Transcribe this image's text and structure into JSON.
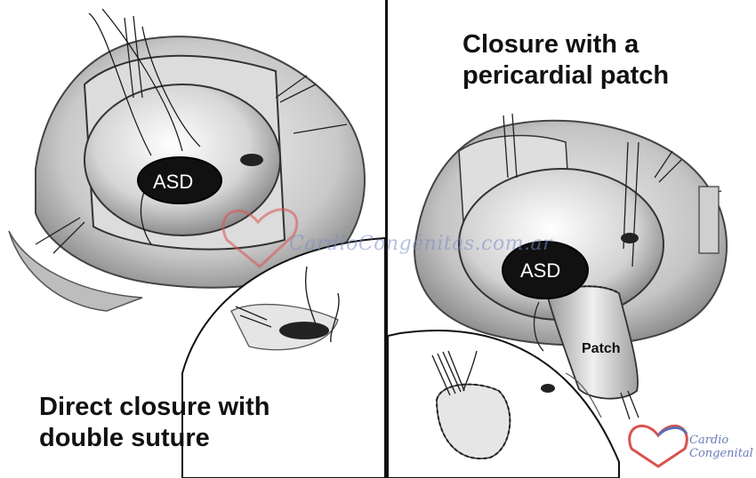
{
  "left": {
    "caption_line1": "Direct closure with",
    "caption_line2": "double suture",
    "defect_label": "ASD"
  },
  "right": {
    "caption_line1": "Closure with a",
    "caption_line2": "pericardial patch",
    "defect_label": "ASD",
    "patch_label": "Patch"
  },
  "watermark": "CardioCongénitas.com.ar",
  "logo": {
    "line1": "Cardio",
    "line2": "Congenital"
  },
  "colors": {
    "heart_red": "#d9534f",
    "heart_blue": "#5b6fb5",
    "ink": "#111111"
  }
}
